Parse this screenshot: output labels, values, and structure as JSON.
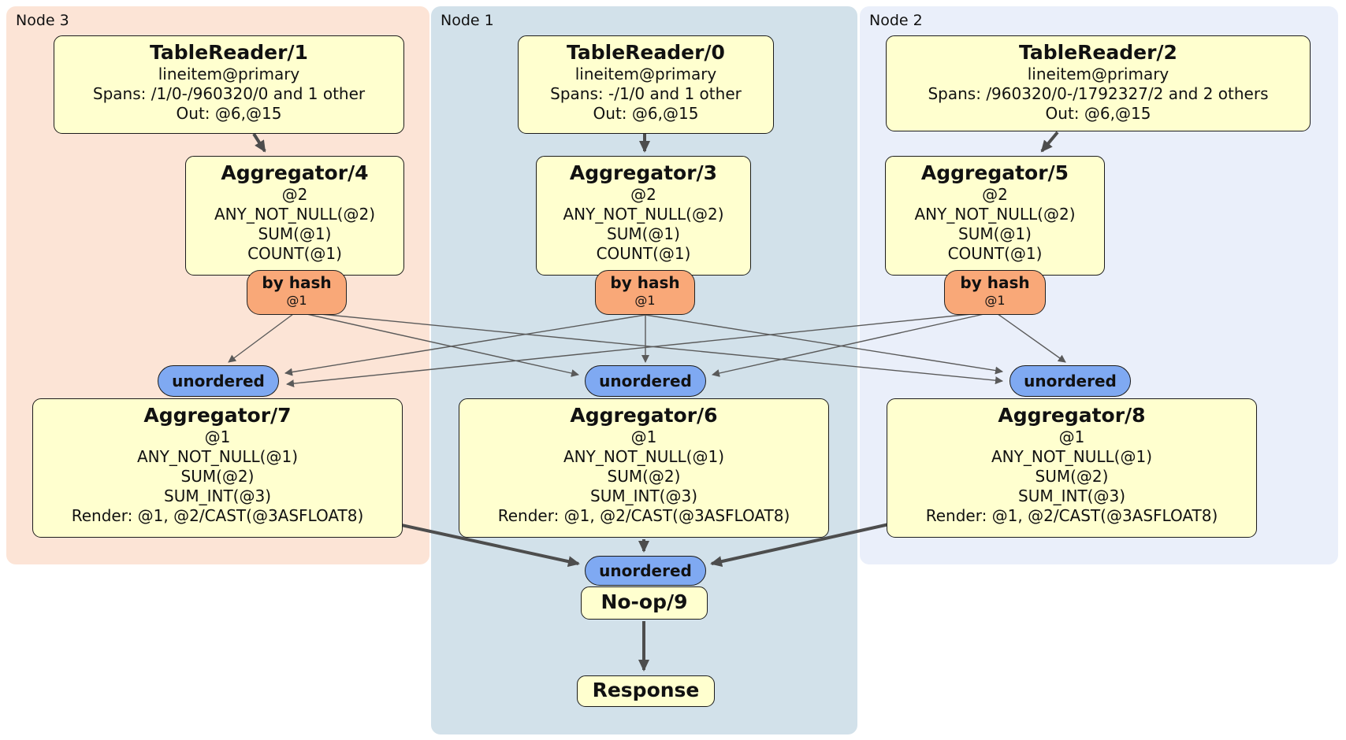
{
  "panels": [
    {
      "label": "Node 3"
    },
    {
      "label": "Node 1"
    },
    {
      "label": "Node 2"
    }
  ],
  "operators": {
    "tr1": {
      "title": "TableReader/1",
      "lines": [
        "lineitem@primary",
        "Spans: /1/0-/960320/0 and 1 other",
        "Out: @6,@15"
      ]
    },
    "tr0": {
      "title": "TableReader/0",
      "lines": [
        "lineitem@primary",
        "Spans: -/1/0 and 1 other",
        "Out: @6,@15"
      ]
    },
    "tr2": {
      "title": "TableReader/2",
      "lines": [
        "lineitem@primary",
        "Spans: /960320/0-/1792327/2 and 2 others",
        "Out: @6,@15"
      ]
    },
    "agg4": {
      "title": "Aggregator/4",
      "lines": [
        "@2",
        "ANY_NOT_NULL(@2)",
        "SUM(@1)",
        "COUNT(@1)"
      ]
    },
    "agg3": {
      "title": "Aggregator/3",
      "lines": [
        "@2",
        "ANY_NOT_NULL(@2)",
        "SUM(@1)",
        "COUNT(@1)"
      ]
    },
    "agg5": {
      "title": "Aggregator/5",
      "lines": [
        "@2",
        "ANY_NOT_NULL(@2)",
        "SUM(@1)",
        "COUNT(@1)"
      ]
    },
    "agg7": {
      "title": "Aggregator/7",
      "lines": [
        "@1",
        "ANY_NOT_NULL(@1)",
        "SUM(@2)",
        "SUM_INT(@3)",
        "Render: @1, @2/CAST(@3ASFLOAT8)"
      ]
    },
    "agg6": {
      "title": "Aggregator/6",
      "lines": [
        "@1",
        "ANY_NOT_NULL(@1)",
        "SUM(@2)",
        "SUM_INT(@3)",
        "Render: @1, @2/CAST(@3ASFLOAT8)"
      ]
    },
    "agg8": {
      "title": "Aggregator/8",
      "lines": [
        "@1",
        "ANY_NOT_NULL(@1)",
        "SUM(@2)",
        "SUM_INT(@3)",
        "Render: @1, @2/CAST(@3ASFLOAT8)"
      ]
    },
    "noop": {
      "title": "No-op/9"
    },
    "response": {
      "title": "Response"
    }
  },
  "router": {
    "label": "by hash",
    "arg": "@1"
  },
  "sync": {
    "label": "unordered"
  },
  "colors": {
    "panel_node3": "#fce4d6",
    "panel_node1": "#d2e1ea",
    "panel_node2": "#eaeffa",
    "operator_fill": "#ffffcf",
    "router_fill": "#f9a878",
    "sync_fill": "#7fa9f2",
    "edge": "#4d4d4d"
  }
}
